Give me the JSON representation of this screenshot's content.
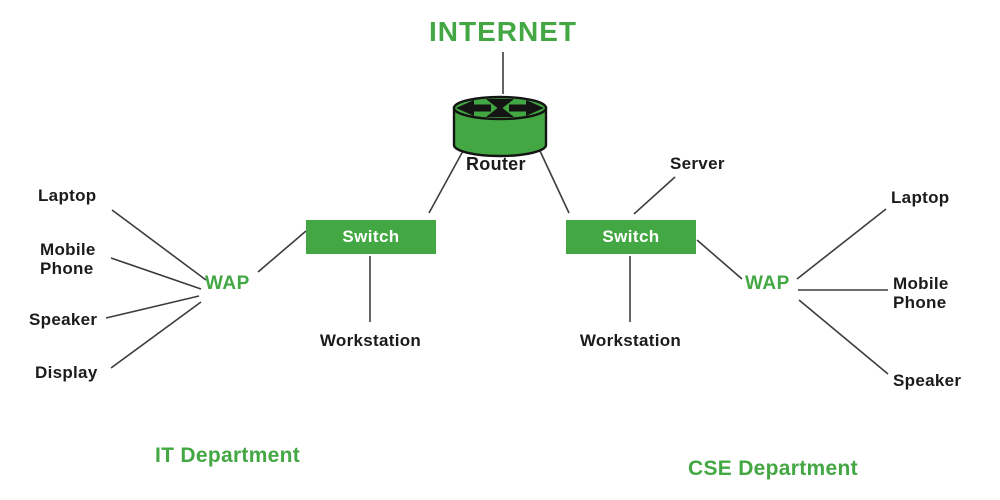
{
  "colors": {
    "green": "#43a843",
    "line": "#3d3d3d",
    "text": "#1b1b1b",
    "switch_text": "#ffffff"
  },
  "internet_label": "INTERNET",
  "router": {
    "label": "Router",
    "icon": "router-cylinder-arrows-icon"
  },
  "server_label": "Server",
  "switches": {
    "left": "Switch",
    "right": "Switch"
  },
  "workstations": {
    "left": "Workstation",
    "right": "Workstation"
  },
  "wap_left": {
    "label": "WAP",
    "devices": {
      "laptop": "Laptop",
      "mobile": "Mobile Phone",
      "speaker": "Speaker",
      "display": "Display"
    }
  },
  "wap_right": {
    "label": "WAP",
    "devices": {
      "laptop": "Laptop",
      "mobile": "Mobile Phone",
      "speaker": "Speaker"
    }
  },
  "departments": {
    "left": "IT Department",
    "right": "CSE Department"
  }
}
